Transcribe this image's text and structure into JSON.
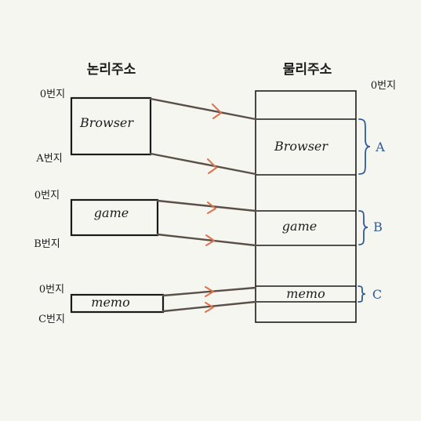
{
  "logical": {
    "title": "논리주소",
    "labels": {
      "browser_start": "0번지",
      "browser_end": "A번지",
      "game_start": "0번지",
      "game_end": "B번지",
      "memo_start": "0번지",
      "memo_end": "C번지"
    },
    "blocks": {
      "browser": "Browser",
      "game": "game",
      "memo": "memo"
    }
  },
  "physical": {
    "title": "물리주소",
    "start_label": "0번지",
    "segments": {
      "browser": "Browser",
      "game": "game",
      "memo": "memo"
    },
    "braces": {
      "a": "A",
      "b": "B",
      "c": "C"
    }
  },
  "colors": {
    "line": "#5a5048",
    "arrow": "#e0724a",
    "brace": "#2f5b9a",
    "background": "#f6f6f1"
  }
}
